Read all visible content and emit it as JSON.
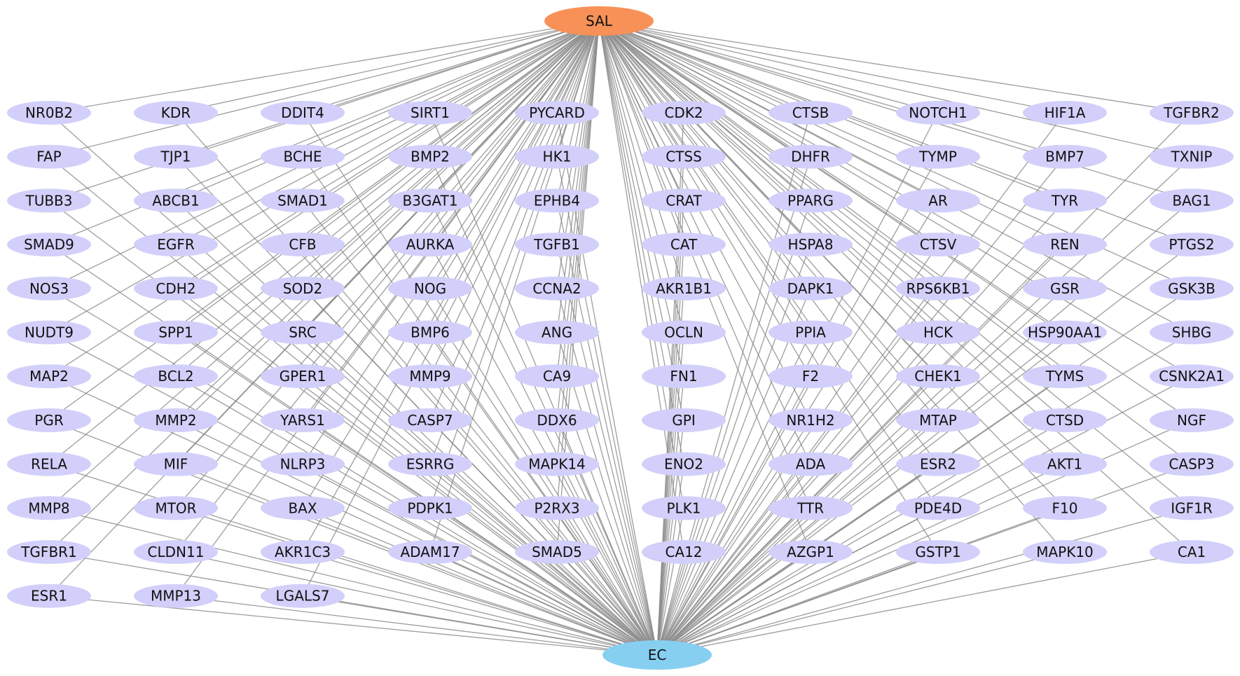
{
  "diagram": {
    "hubs": {
      "top": {
        "label": "SAL",
        "color": "#f79157"
      },
      "bottom": {
        "label": "EC",
        "color": "#87cff1"
      }
    },
    "target_color": "#d2d0fa",
    "edge_color": "#8c8c8c",
    "columns": [
      [
        "NR0B2",
        "FAP",
        "TUBB3",
        "SMAD9",
        "NOS3",
        "NUDT9",
        "MAP2",
        "PGR",
        "RELA",
        "MMP8",
        "TGFBR1",
        "ESR1"
      ],
      [
        "KDR",
        "TJP1",
        "ABCB1",
        "EGFR",
        "CDH2",
        "SPP1",
        "BCL2",
        "MMP2",
        "MIF",
        "MTOR",
        "CLDN11",
        "MMP13"
      ],
      [
        "DDIT4",
        "BCHE",
        "SMAD1",
        "CFB",
        "SOD2",
        "SRC",
        "GPER1",
        "YARS1",
        "NLRP3",
        "BAX",
        "AKR1C3",
        "LGALS7"
      ],
      [
        "SIRT1",
        "BMP2",
        "B3GAT1",
        "AURKA",
        "NOG",
        "BMP6",
        "MMP9",
        "CASP7",
        "ESRRG",
        "PDPK1",
        "ADAM17"
      ],
      [
        "PYCARD",
        "HK1",
        "EPHB4",
        "TGFB1",
        "CCNA2",
        "ANG",
        "CA9",
        "DDX6",
        "MAPK14",
        "P2RX3",
        "SMAD5"
      ],
      [
        "CDK2",
        "CTSS",
        "CRAT",
        "CAT",
        "AKR1B1",
        "OCLN",
        "FN1",
        "GPI",
        "ENO2",
        "PLK1",
        "CA12"
      ],
      [
        "CTSB",
        "DHFR",
        "PPARG",
        "HSPA8",
        "DAPK1",
        "PPIA",
        "F2",
        "NR1H2",
        "ADA",
        "TTR",
        "AZGP1"
      ],
      [
        "NOTCH1",
        "TYMP",
        "AR",
        "CTSV",
        "RPS6KB1",
        "HCK",
        "CHEK1",
        "MTAP",
        "ESR2",
        "PDE4D",
        "GSTP1"
      ],
      [
        "HIF1A",
        "BMP7",
        "TYR",
        "REN",
        "GSR",
        "HSP90AA1",
        "TYMS",
        "CTSD",
        "AKT1",
        "F10",
        "MAPK10"
      ],
      [
        "TGFBR2",
        "TXNIP",
        "BAG1",
        "PTGS2",
        "GSK3B",
        "SHBG",
        "CSNK2A1",
        "NGF",
        "CASP3",
        "IGF1R",
        "CA1"
      ]
    ]
  }
}
